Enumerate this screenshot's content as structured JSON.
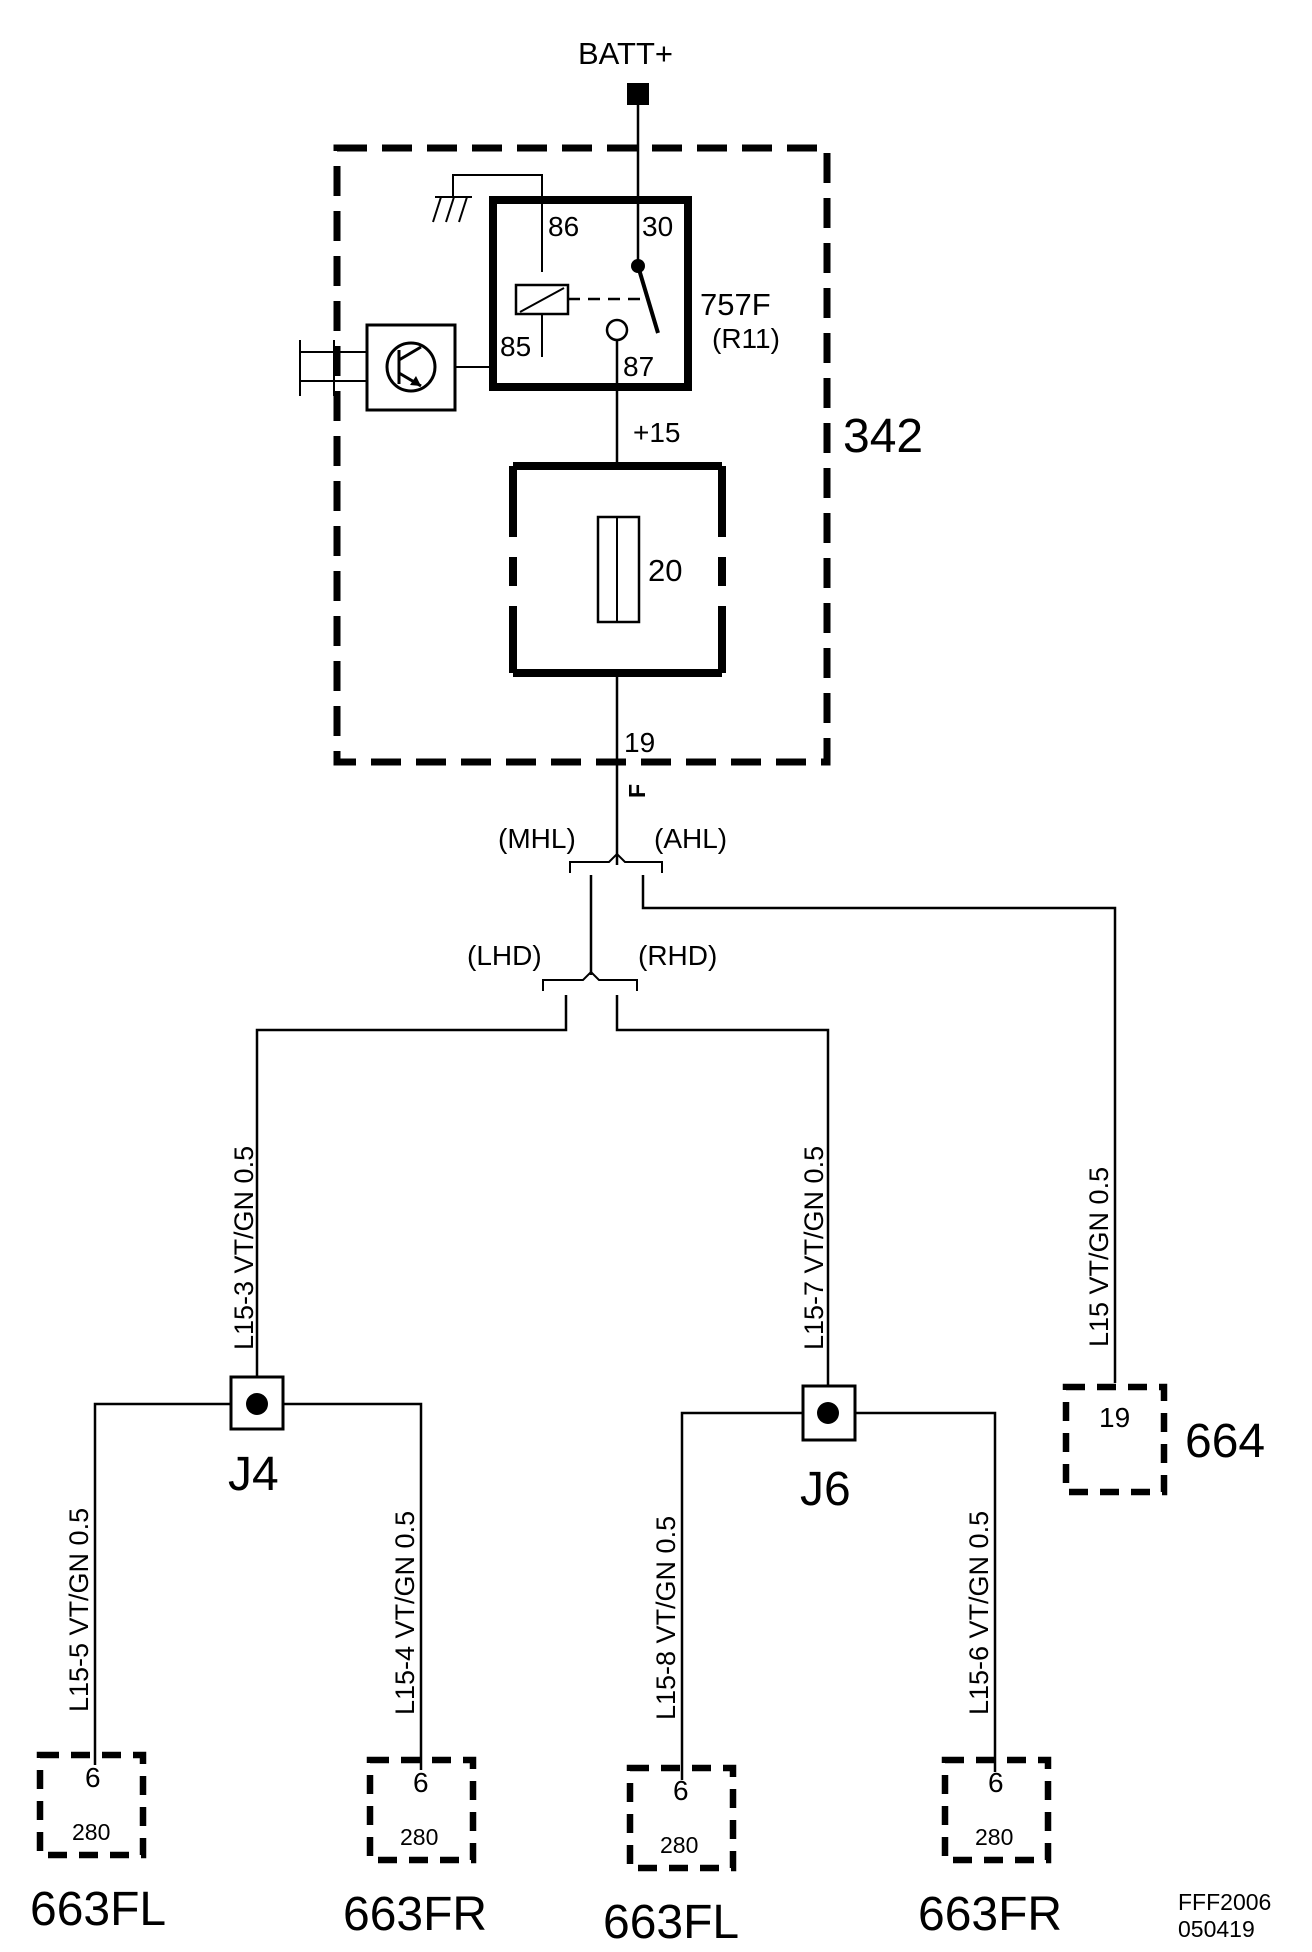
{
  "supply": {
    "label": "BATT+"
  },
  "module": {
    "id": "342",
    "relay": {
      "id": "757F",
      "ref": "(R11)",
      "pins": {
        "p86": "86",
        "p30": "30",
        "p85": "85",
        "p87": "87"
      }
    },
    "fuse": {
      "rating": "20",
      "supply": "+15"
    },
    "output": {
      "pin": "19",
      "marker": "F"
    }
  },
  "variants": {
    "mhl": "(MHL)",
    "ahl": "(AHL)",
    "lhd": "(LHD)",
    "rhd": "(RHD)"
  },
  "wires": {
    "l15_3": "L15-3  VT/GN  0.5",
    "l15_7": "L15-7  VT/GN  0.5",
    "l15": "L15  VT/GN  0.5",
    "l15_5": "L15-5  VT/GN  0.5",
    "l15_4": "L15-4  VT/GN  0.5",
    "l15_8": "L15-8  VT/GN  0.5",
    "l15_6": "L15-6  VT/GN  0.5"
  },
  "junctions": {
    "j4": "J4",
    "j6": "J6"
  },
  "connectors": [
    {
      "pin": "6",
      "sub": "280",
      "name": "663FL"
    },
    {
      "pin": "6",
      "sub": "280",
      "name": "663FR"
    },
    {
      "pin": "6",
      "sub": "280",
      "name": "663FL"
    },
    {
      "pin": "6",
      "sub": "280",
      "name": "663FR"
    }
  ],
  "component_664": {
    "pin": "19",
    "name": "664"
  },
  "figure_code": {
    "line1": "FFF2006",
    "line2": "050419"
  }
}
